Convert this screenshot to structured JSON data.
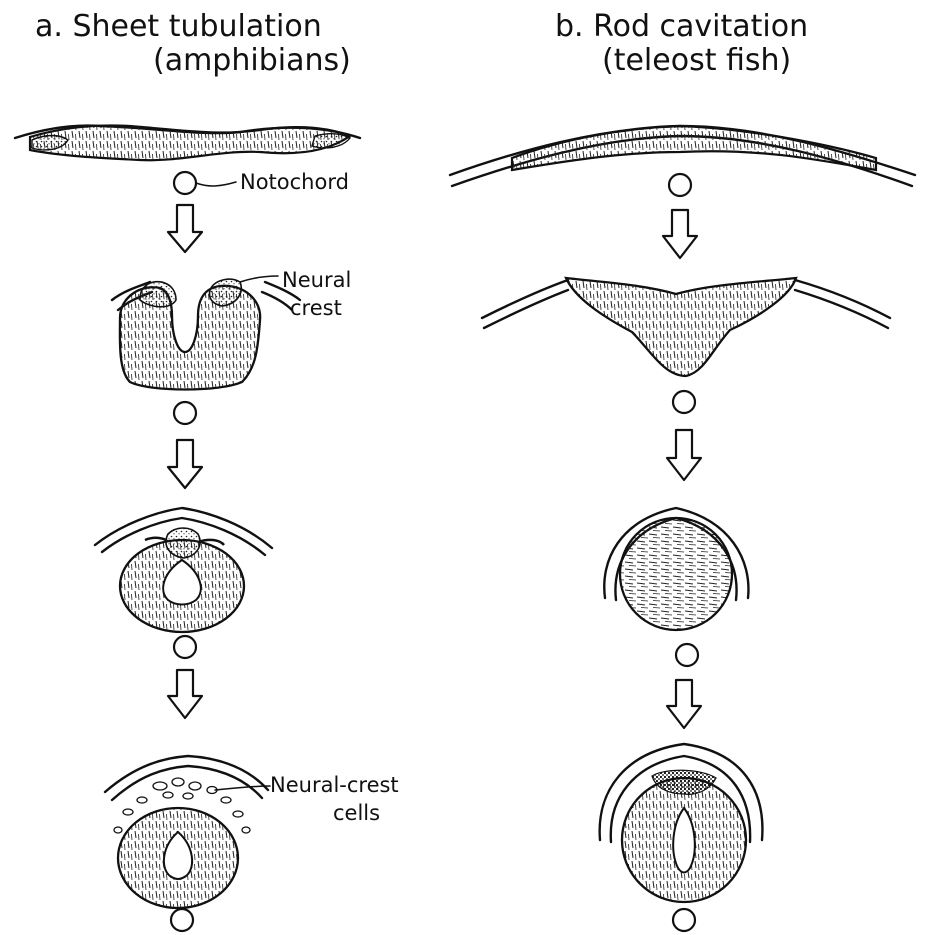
{
  "panel_a": {
    "title": "a.  Sheet tubulation",
    "subtitle": "(amphibians)",
    "labels": {
      "notochord": "Notochord",
      "neural_crest_line1": "Neural",
      "neural_crest_line2": "crest",
      "neural_crest_cells_line1": "Neural-crest",
      "neural_crest_cells_line2": "cells"
    }
  },
  "panel_b": {
    "title": "b.  Rod cavitation",
    "subtitle": "(teleost fish)"
  },
  "colors": {
    "ink": "#111111",
    "paper": "#ffffff"
  }
}
